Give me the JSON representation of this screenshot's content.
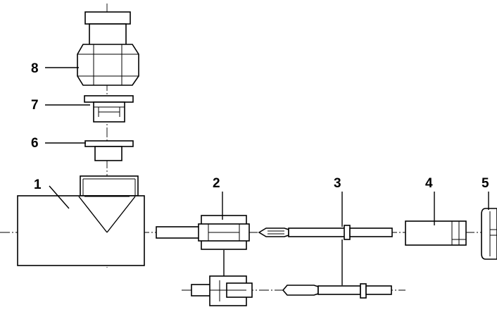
{
  "labels": {
    "p1": "1",
    "p2": "2",
    "p3": "3",
    "p4": "4",
    "p5": "5",
    "p6": "6",
    "p7": "7",
    "p8": "8"
  }
}
